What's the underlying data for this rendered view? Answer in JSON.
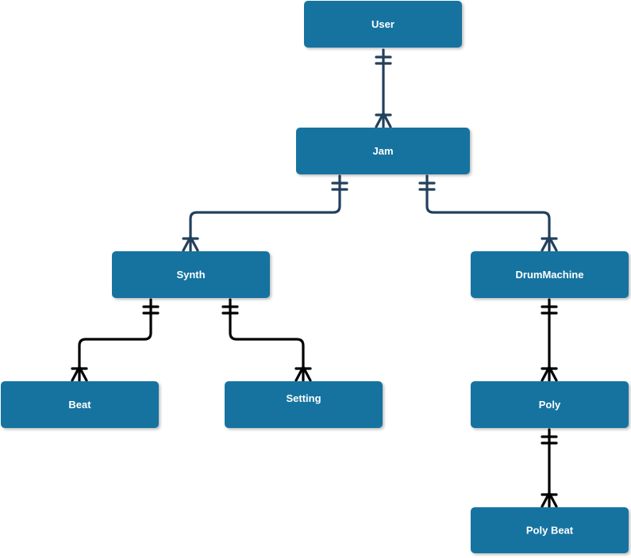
{
  "colors": {
    "entity_fill": "#1573a0",
    "entity_text": "#ffffff",
    "connector_upper": "#23405c",
    "connector_lower": "#000000"
  },
  "entities": {
    "user": "User",
    "jam": "Jam",
    "synth": "Synth",
    "drum_machine": "DrumMachine",
    "beat": "Beat",
    "setting": "Setting",
    "poly": "Poly",
    "poly_beat": "Poly Beat"
  },
  "relationships": [
    {
      "from": "User",
      "to": "Jam",
      "from_cardinality": "one",
      "to_cardinality": "many"
    },
    {
      "from": "Jam",
      "to": "Synth",
      "from_cardinality": "one",
      "to_cardinality": "many"
    },
    {
      "from": "Jam",
      "to": "DrumMachine",
      "from_cardinality": "one",
      "to_cardinality": "many"
    },
    {
      "from": "Synth",
      "to": "Beat",
      "from_cardinality": "one",
      "to_cardinality": "many"
    },
    {
      "from": "Synth",
      "to": "Setting",
      "from_cardinality": "one",
      "to_cardinality": "many"
    },
    {
      "from": "DrumMachine",
      "to": "Poly",
      "from_cardinality": "one",
      "to_cardinality": "many"
    },
    {
      "from": "Poly",
      "to": "Poly Beat",
      "from_cardinality": "one",
      "to_cardinality": "many"
    }
  ]
}
